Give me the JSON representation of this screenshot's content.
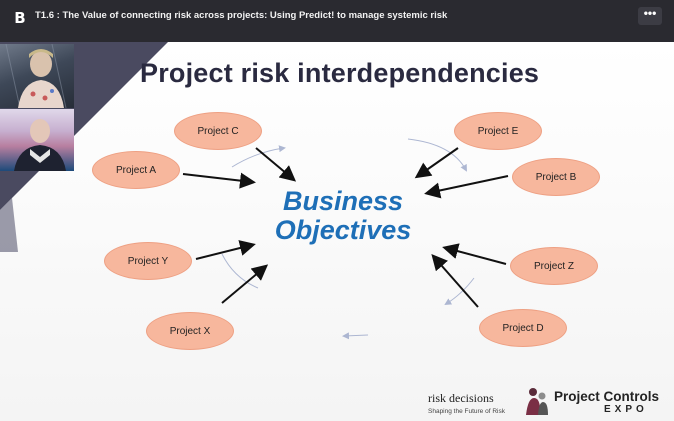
{
  "header": {
    "logo_glyph": "B",
    "title": "T1.6 : The Value of connecting risk across projects: Using Predict! to manage systemic risk",
    "more_glyph": "•••",
    "more_icon": "ellipsis-icon"
  },
  "slide": {
    "title": "Project risk interdependencies",
    "center_line1": "Business",
    "center_line2": "Objectives",
    "projects": {
      "c": "Project C",
      "a": "Project A",
      "y": "Project Y",
      "x": "Project X",
      "e": "Project E",
      "b": "Project B",
      "z": "Project Z",
      "d": "Project D"
    },
    "colors": {
      "node_fill": "#f7b79d",
      "center_text": "#1e6fb7",
      "arrow": "#111111",
      "circle_arrow": "#9aa6c8"
    }
  },
  "logos": {
    "risk_decisions": "risk decisions",
    "risk_decisions_tag": "Shaping the Future of Risk",
    "pce_name": "Project Controls",
    "pce_sub": "EXPO"
  },
  "webcams": [
    {
      "icon": "participant-video-icon"
    },
    {
      "icon": "participant-video-icon"
    }
  ]
}
